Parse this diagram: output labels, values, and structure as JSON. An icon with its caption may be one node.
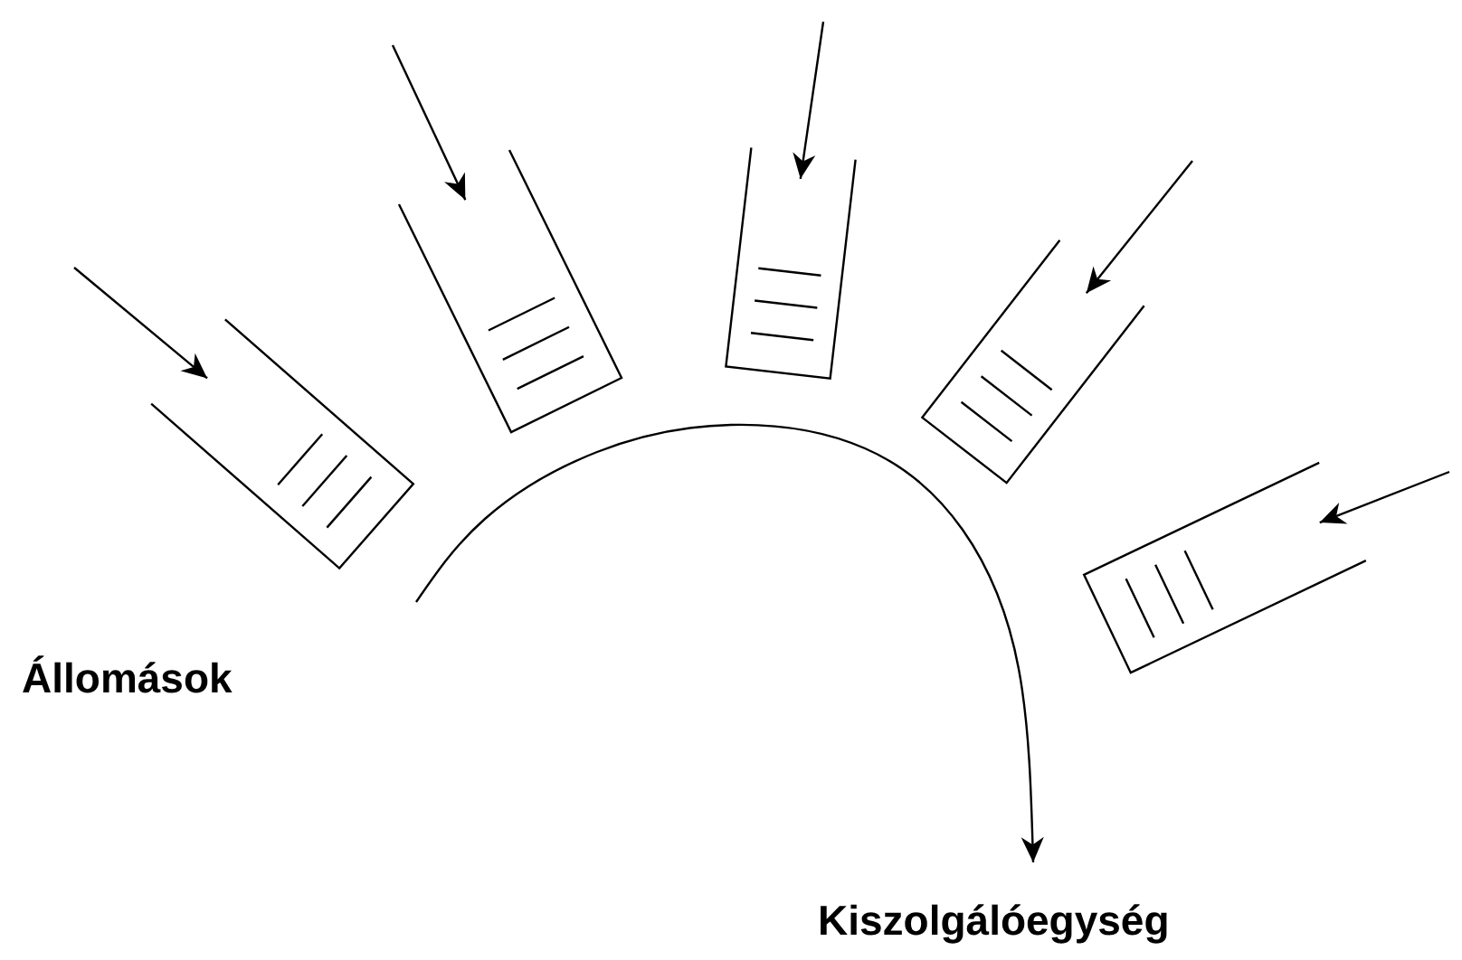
{
  "diagram": {
    "nodes": [
      {
        "text": [],
        "shape": "box"
      },
      {
        "text": [],
        "shape": "box"
      },
      {
        "text": [],
        "shape": "box"
      },
      {
        "text": [],
        "shape": "box"
      },
      {
        "text": [],
        "shape": "box"
      }
    ],
    "edges": [
      {
        "from": null,
        "to": 0,
        "arrow": "to"
      },
      {
        "from": null,
        "to": 1,
        "arrow": "to"
      },
      {
        "from": null,
        "to": 2,
        "arrow": "to"
      },
      {
        "from": null,
        "to": 3,
        "arrow": "to"
      },
      {
        "from": null,
        "to": 4,
        "arrow": "to"
      }
    ],
    "labels": [
      "Állomások",
      "Kiszolgálóegység"
    ]
  }
}
